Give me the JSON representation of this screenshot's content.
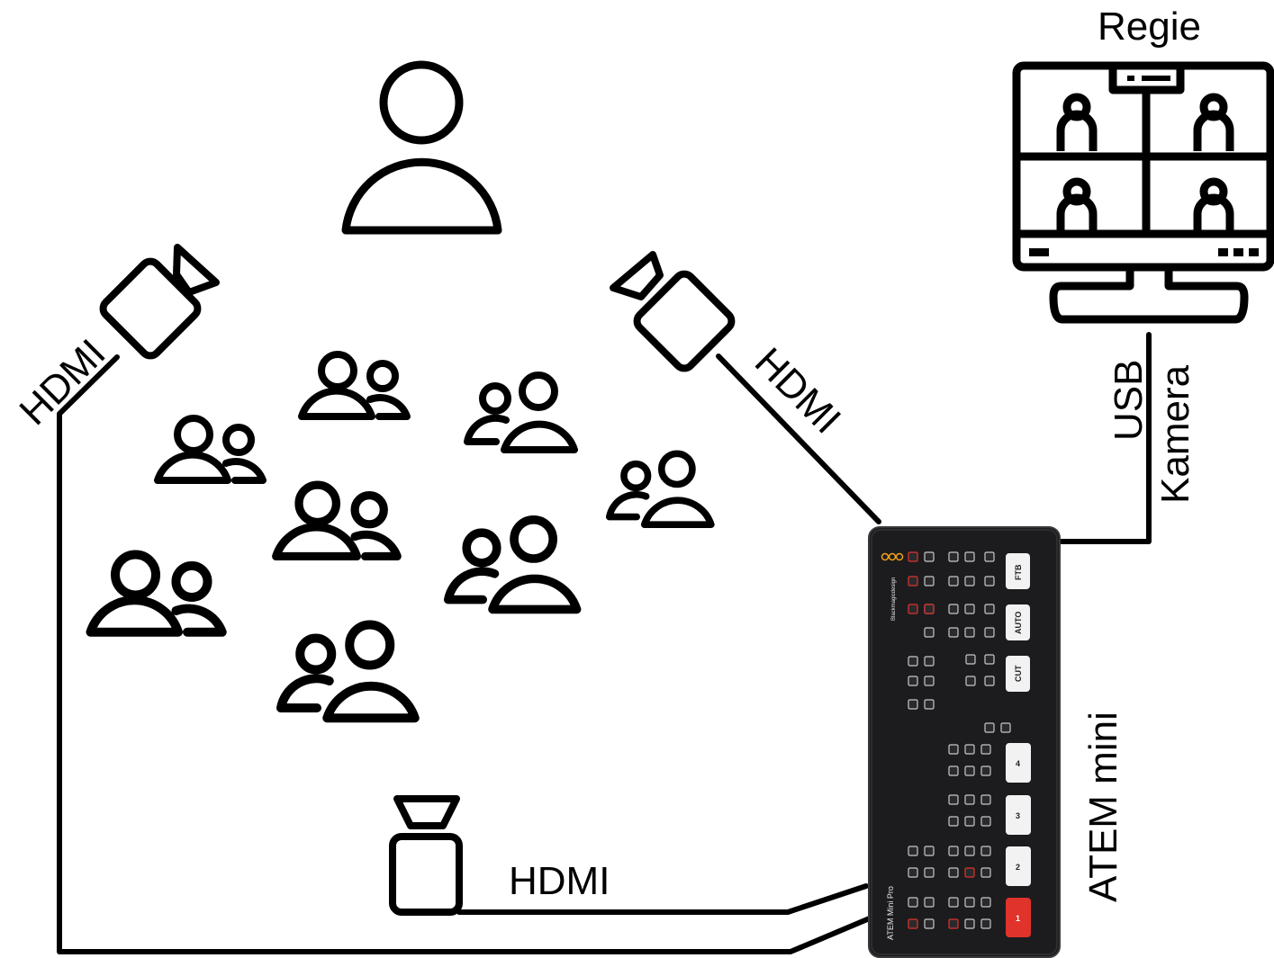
{
  "labels": {
    "regie": "Regie",
    "usb": "USB",
    "kamera": "Kamera",
    "atem": "ATEM mini",
    "hdmi_left": "HDMI",
    "hdmi_right": "HDMI",
    "hdmi_bottom": "HDMI"
  },
  "device": {
    "brand": "Blackmagicdesign",
    "model": "ATEM Mini Pro",
    "keys": {
      "ftb": "FTB",
      "auto": "AUTO",
      "cut": "CUT",
      "k4": "4",
      "k3": "3",
      "k2": "2",
      "k1": "1"
    }
  },
  "colors": {
    "stroke": "#000000",
    "device_body": "#1c1c1e",
    "key_white": "#f2f2f2",
    "key_red": "#e0332b",
    "logo_orange": "#f4a11d"
  }
}
